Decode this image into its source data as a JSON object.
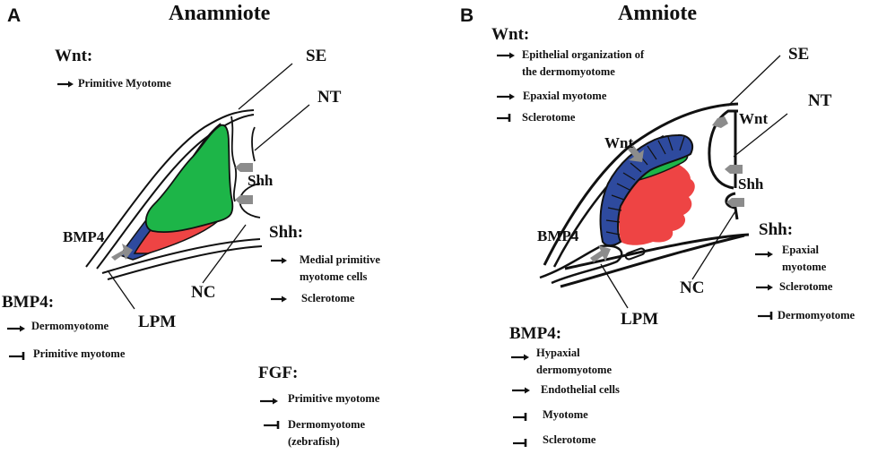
{
  "colors": {
    "dermomyotome_blue": "#2e4a9e",
    "myotome_green": "#1db548",
    "sclerotome_red": "#ee4444",
    "signal_arrow_gray": "#8c8c8c",
    "outline": "#111111"
  },
  "panel_a": {
    "letter": "A",
    "title": "Anamniote",
    "labels": {
      "se": "SE",
      "nt": "NT",
      "shh": "Shh",
      "bmp4": "BMP4",
      "nc": "NC",
      "lpm": "LPM"
    },
    "legend": {
      "wnt": {
        "heading": "Wnt:",
        "items": [
          {
            "type": "activates",
            "icon": "arrow-right-icon",
            "text": "Primitive Myotome"
          }
        ]
      },
      "shh": {
        "heading": "Shh:",
        "items": [
          {
            "type": "activates",
            "icon": "arrow-right-icon",
            "text": "Medial primitive\nmyotome cells"
          },
          {
            "type": "activates",
            "icon": "arrow-right-icon",
            "text": "Sclerotome"
          }
        ]
      },
      "bmp4": {
        "heading": "BMP4:",
        "items": [
          {
            "type": "activates",
            "icon": "arrow-right-icon",
            "text": "Dermomyotome"
          },
          {
            "type": "inhibits",
            "icon": "inhibit-bar-icon",
            "text": "Primitive myotome"
          }
        ]
      },
      "fgf": {
        "heading": "FGF:",
        "items": [
          {
            "type": "activates",
            "icon": "arrow-right-icon",
            "text": "Primitive myotome"
          },
          {
            "type": "inhibits",
            "icon": "inhibit-bar-icon",
            "text": "Dermomyotome\n(zebrafish)"
          }
        ]
      }
    }
  },
  "panel_b": {
    "letter": "B",
    "title": "Amniote",
    "labels": {
      "se": "SE",
      "nt": "NT",
      "wnt_nt": "Wnt",
      "wnt_se": "Wnt",
      "shh": "Shh",
      "bmp4": "BMP4",
      "nc": "NC",
      "lpm": "LPM"
    },
    "legend": {
      "wnt": {
        "heading": "Wnt:",
        "items": [
          {
            "type": "activates",
            "icon": "arrow-right-icon",
            "text": "Epithelial organization of\nthe dermomyotome"
          },
          {
            "type": "activates",
            "icon": "arrow-right-icon",
            "text": "Epaxial myotome"
          },
          {
            "type": "inhibits",
            "icon": "inhibit-bar-icon",
            "text": "Sclerotome"
          }
        ]
      },
      "shh": {
        "heading": "Shh:",
        "items": [
          {
            "type": "activates",
            "icon": "arrow-right-icon",
            "text": "Epaxial\nmyotome"
          },
          {
            "type": "activates",
            "icon": "arrow-right-icon",
            "text": "Sclerotome"
          },
          {
            "type": "inhibits",
            "icon": "inhibit-bar-icon",
            "text": "Dermomyotome"
          }
        ]
      },
      "bmp4": {
        "heading": "BMP4:",
        "items": [
          {
            "type": "activates",
            "icon": "arrow-right-icon",
            "text": "Hypaxial\ndermomyotome"
          },
          {
            "type": "activates",
            "icon": "arrow-right-icon",
            "text": "Endothelial cells"
          },
          {
            "type": "inhibits",
            "icon": "inhibit-bar-icon",
            "text": "Myotome"
          },
          {
            "type": "inhibits",
            "icon": "inhibit-bar-icon",
            "text": "Sclerotome"
          }
        ]
      }
    }
  }
}
